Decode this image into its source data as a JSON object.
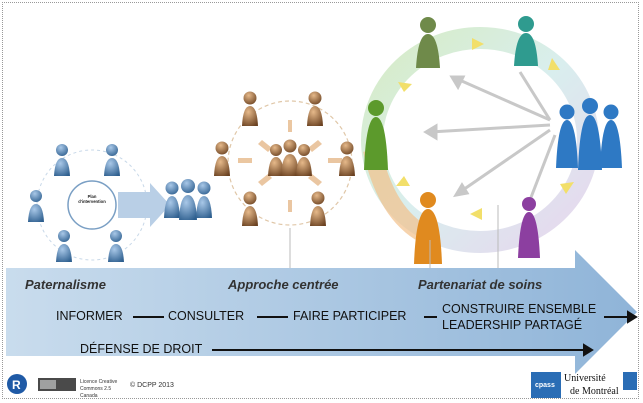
{
  "stages": {
    "paternalism": "Paternalisme",
    "centered": "Approche centrée",
    "partnership": "Partenariat de soins"
  },
  "steps": {
    "inform": "INFORMER",
    "consult": "CONSULTER",
    "participate": "FAIRE PARTICIPER",
    "build_together": "CONSTRUIRE ENSEMBLE",
    "shared_leadership": "LEADERSHIP PARTAGÉ",
    "advocacy": "DÉFENSE DE DROIT"
  },
  "plan_label_line1": "Plan",
  "plan_label_line2": "d'intervention",
  "footer": {
    "license": "Licence Creative Commons 2.5 Canada",
    "copyright": "© DCPP 2013",
    "cpass_logo": "cpass",
    "university_line1": "Université",
    "university_line2": "de Montréal"
  },
  "colors": {
    "arrow_band": "#a9c6e0",
    "paternalism_people": "#5e8fbf",
    "centered_people": "#9c6a3d",
    "partner_green": "#5c9a2c",
    "partner_teal": "#2f9b8f",
    "partner_blue": "#2e79c4",
    "partner_purple": "#8c3fa0",
    "partner_orange": "#e08a1f",
    "partner_olive": "#6f8a4a"
  }
}
